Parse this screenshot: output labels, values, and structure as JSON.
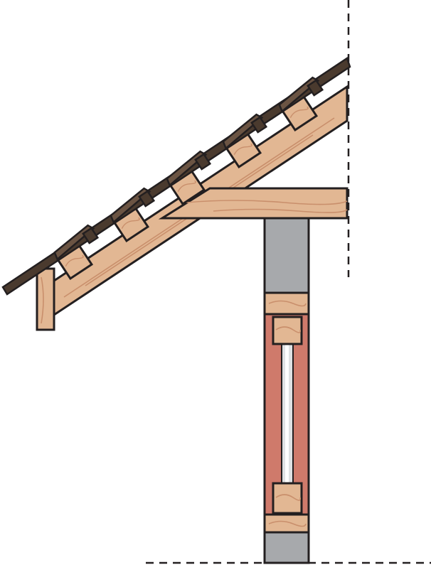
{
  "title": "",
  "colors": {
    "background": "#ffffff",
    "outline": "#231f20",
    "timber": "#e2b793",
    "timber_grain": "#c98f6c",
    "tile": "#6b5443",
    "tile_shadow": "#4a3a2e",
    "concrete": "#a7a9ac",
    "infill": "#cf7a6b",
    "glass": "#dfe1e3",
    "glass_highlight": "#ffffff"
  },
  "icons": {
    "roof_tile": "roof-tile-shape",
    "batten": "batten-block-shape",
    "dashed_line": "dashed-guide-line"
  },
  "components": {
    "tile_count": 5,
    "batten_count": 5
  }
}
